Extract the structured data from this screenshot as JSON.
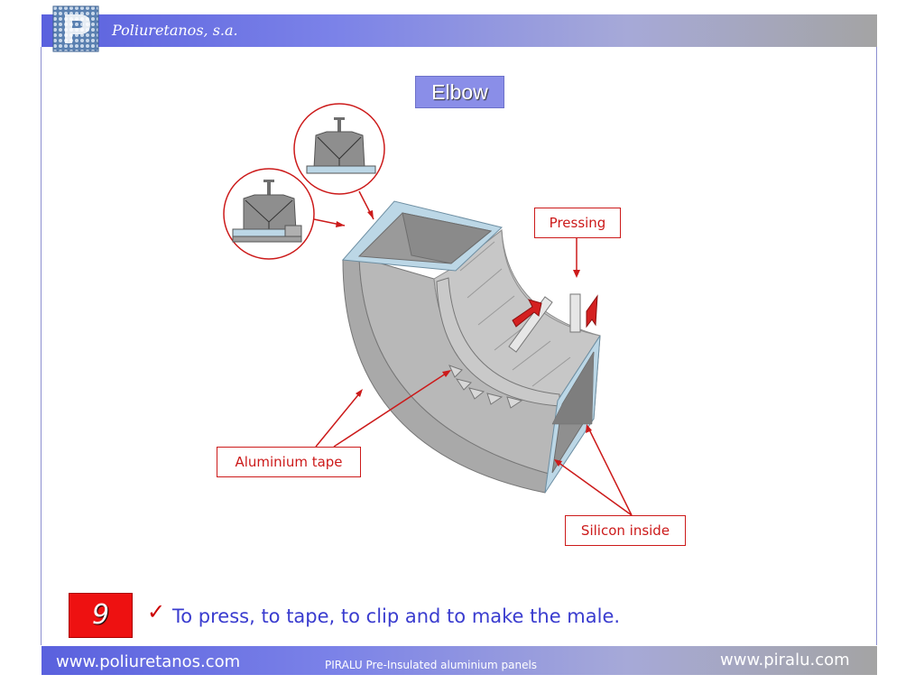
{
  "header": {
    "company": "Poliuretanos, s.a."
  },
  "slide": {
    "title": "Elbow",
    "callouts": {
      "pressing": "Pressing",
      "aluminium_tape": "Aluminium tape",
      "silicon_inside": "Silicon inside"
    },
    "step": {
      "number": "9",
      "check": "✓",
      "text": "To press, to tape, to clip and to make the male."
    }
  },
  "footer": {
    "left_url": "www.poliuretanos.com",
    "middle_text": "PIRALU Pre-Insulated aluminium panels",
    "right_url": "www.piralu.com"
  },
  "colors": {
    "header_blue": "#5a61de",
    "callout_red": "#cc1a1a",
    "step_red": "#ee1111",
    "step_text_blue": "#3a3ccf",
    "duct_grey": "#b3b3b3",
    "insulation_blue": "#bcd7e6"
  }
}
